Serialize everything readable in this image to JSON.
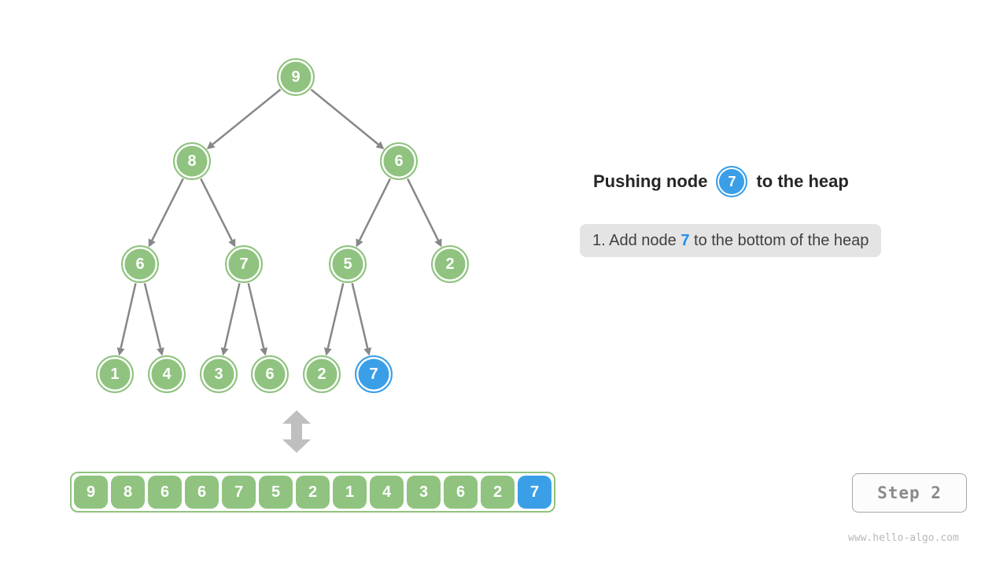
{
  "colors": {
    "green": "#8FC37F",
    "blue": "#3B9FE8",
    "edge_gray": "#878787",
    "double_arrow_gray": "#BFBFBF",
    "title_text": "#262626",
    "instruction_bg": "#E4E4E4",
    "instruction_text": "#3F3F3F",
    "highlight_blue": "#2090ED",
    "step_text": "#8A8A8A",
    "step_border": "#A6A6A6",
    "step_bg": "#FCFCFC",
    "watermark_gray": "#B8B8B8",
    "node_text": "#FFFFFF"
  },
  "tree": {
    "nodes": [
      {
        "value": "9",
        "highlight": false
      },
      {
        "value": "8",
        "highlight": false
      },
      {
        "value": "6",
        "highlight": false
      },
      {
        "value": "6",
        "highlight": false
      },
      {
        "value": "7",
        "highlight": false
      },
      {
        "value": "5",
        "highlight": false
      },
      {
        "value": "2",
        "highlight": false
      },
      {
        "value": "1",
        "highlight": false
      },
      {
        "value": "4",
        "highlight": false
      },
      {
        "value": "3",
        "highlight": false
      },
      {
        "value": "6",
        "highlight": false
      },
      {
        "value": "2",
        "highlight": false
      },
      {
        "value": "7",
        "highlight": true
      }
    ],
    "edges": [
      [
        0,
        1
      ],
      [
        0,
        2
      ],
      [
        1,
        3
      ],
      [
        1,
        4
      ],
      [
        2,
        5
      ],
      [
        2,
        6
      ],
      [
        3,
        7
      ],
      [
        3,
        8
      ],
      [
        4,
        9
      ],
      [
        4,
        10
      ],
      [
        5,
        11
      ],
      [
        5,
        12
      ]
    ]
  },
  "array": {
    "values": [
      "9",
      "8",
      "6",
      "6",
      "7",
      "5",
      "2",
      "1",
      "4",
      "3",
      "6",
      "2",
      "7"
    ],
    "highlight_index": 12
  },
  "panel": {
    "title_prefix": "Pushing node",
    "title_node_value": "7",
    "title_suffix": "to the heap",
    "instruction_prefix": "1. Add node ",
    "instruction_highlight": "7",
    "instruction_suffix": " to the bottom of the heap"
  },
  "step_button": {
    "label": "Step 2"
  },
  "watermark": "www.hello-algo.com"
}
